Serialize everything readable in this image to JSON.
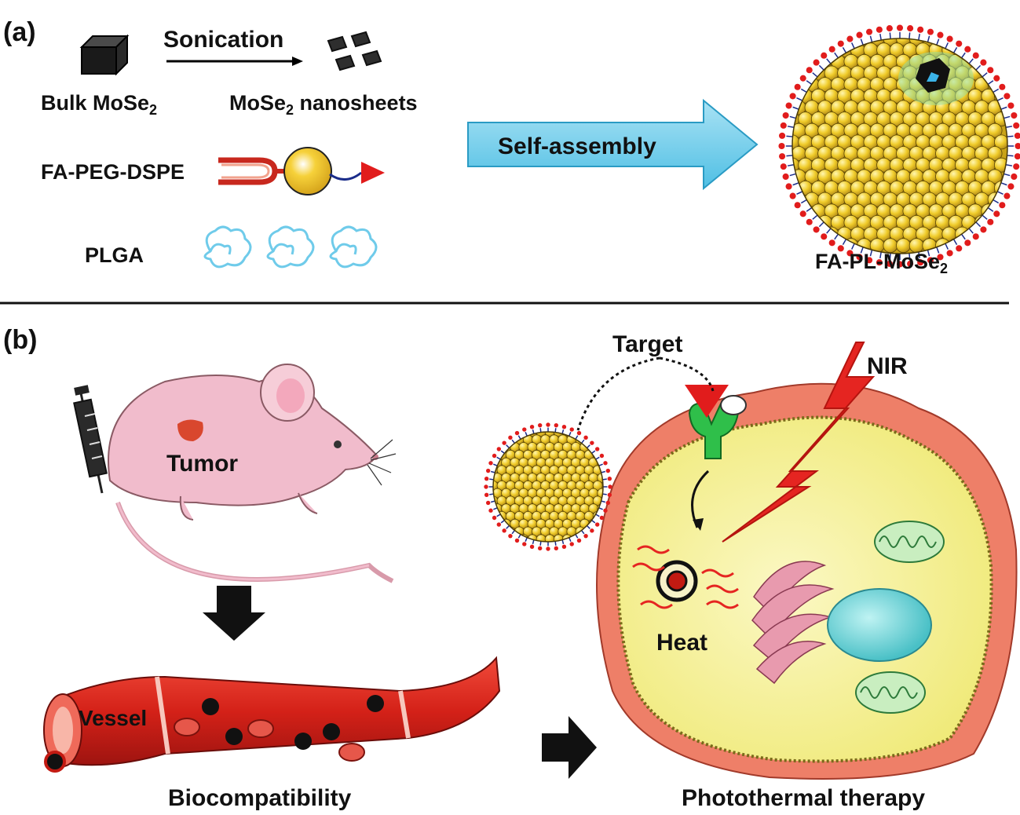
{
  "panel_a": {
    "tag": "(a)",
    "sonication": "Sonication",
    "bulk": "Bulk MoSe",
    "bulk_sub": "2",
    "nanosheets_a": "MoSe",
    "nanosheets_sub": "2",
    "nanosheets_b": " nanosheets",
    "fa_peg": "FA-PEG-DSPE",
    "plga": "PLGA",
    "self_assembly": "Self-assembly",
    "product": "FA-PL-MoSe",
    "product_sub": "2"
  },
  "panel_b": {
    "tag": "(b)",
    "tumor": "Tumor",
    "vessel": "Vessel",
    "biocompat": "Biocompatibility",
    "target": "Target",
    "nir": "NIR",
    "heat": "Heat",
    "photothermal": "Photothermal therapy"
  },
  "colors": {
    "arrow_fill": "#6ecbe8",
    "nanoparticle": "#e9c62a",
    "mouse": "#f1bccc",
    "vessel": "#d9221b",
    "cell": "#f7f39a",
    "membrane": "#e8705a",
    "nir": "#e52521",
    "receptor": "#2fbf4a",
    "plga": "#6fcbea"
  }
}
